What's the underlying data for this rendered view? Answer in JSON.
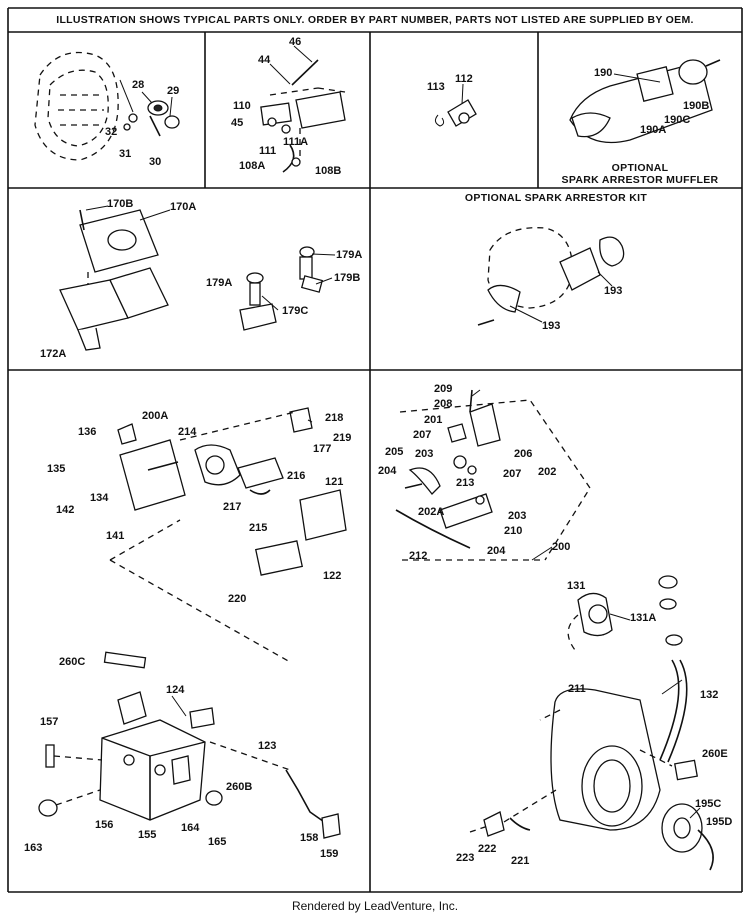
{
  "header": "ILLUSTRATION SHOWS TYPICAL PARTS ONLY. ORDER BY PART NUMBER, PARTS NOT LISTED ARE SUPPLIED BY OEM.",
  "panels": {
    "muffler_title": [
      "OPTIONAL",
      "SPARK ARRESTOR MUFFLER"
    ],
    "kit_title": "OPTIONAL SPARK ARRESTOR KIT"
  },
  "callouts": {
    "c28": "28",
    "c29": "29",
    "c32": "32",
    "c31": "31",
    "c30": "30",
    "c46": "46",
    "c44": "44",
    "c110": "110",
    "c45": "45",
    "c111": "111",
    "c111A": "111A",
    "c108A": "108A",
    "c108B": "108B",
    "c113": "113",
    "c112": "112",
    "c190": "190",
    "c190B": "190B",
    "c190C": "190C",
    "c190A": "190A",
    "c170B": "170B",
    "c170A": "170A",
    "c172A": "172A",
    "c179A1": "179A",
    "c179B": "179B",
    "c179A2": "179A",
    "c179C": "179C",
    "c193a": "193",
    "c193b": "193",
    "c136": "136",
    "c200A": "200A",
    "c214": "214",
    "c135": "135",
    "c134": "134",
    "c142": "142",
    "c141": "141",
    "c218": "218",
    "c177": "177",
    "c219": "219",
    "c216": "216",
    "c217": "217",
    "c215": "215",
    "c121": "121",
    "c122": "122",
    "c220": "220",
    "c209": "209",
    "c208": "208",
    "c201": "201",
    "c207a": "207",
    "c205": "205",
    "c203a": "203",
    "c206": "206",
    "c207b": "207",
    "c202": "202",
    "c204a": "204",
    "c213": "213",
    "c202A": "202A",
    "c203b": "203",
    "c210": "210",
    "c212": "212",
    "c204b": "204",
    "c200": "200",
    "c131": "131",
    "c131A": "131A",
    "c211": "211",
    "c132": "132",
    "c260C": "260C",
    "c124": "124",
    "c157": "157",
    "c123": "123",
    "c260B": "260B",
    "c156": "156",
    "c163": "163",
    "c155": "155",
    "c164": "164",
    "c165": "165",
    "c158": "158",
    "c159": "159",
    "c260E": "260E",
    "c195C": "195C",
    "c195D": "195D",
    "c223": "223",
    "c222": "222",
    "c221": "221"
  },
  "footer": "Rendered by LeadVenture, Inc."
}
